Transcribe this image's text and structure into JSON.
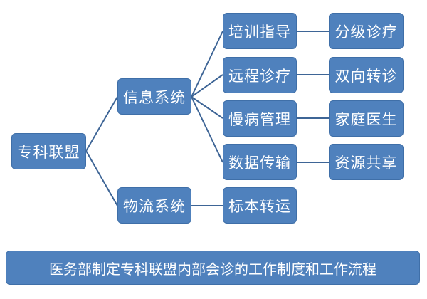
{
  "root": "专科联盟",
  "branches": [
    {
      "label": "信息系统",
      "children": [
        {
          "label": "培训指导",
          "next": "分级诊疗"
        },
        {
          "label": "远程诊疗",
          "next": "双向转诊"
        },
        {
          "label": "慢病管理",
          "next": "家庭医生"
        },
        {
          "label": "数据传输",
          "next": "资源共享"
        }
      ]
    },
    {
      "label": "物流系统",
      "children": [
        {
          "label": "标本转运"
        }
      ]
    }
  ],
  "footer": "医务部制定专科联盟内部会诊的工作制度和工作流程",
  "colors": {
    "node": "#4f81bd",
    "line": "#3e6596"
  }
}
